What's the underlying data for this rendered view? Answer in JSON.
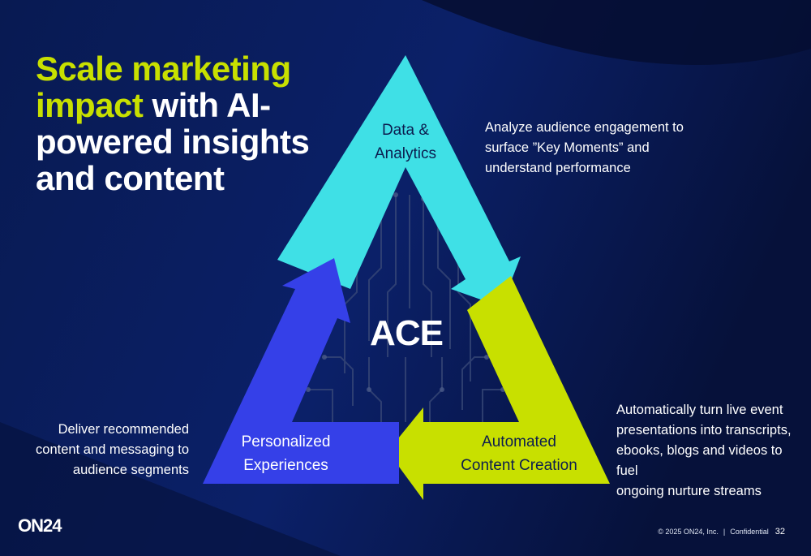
{
  "colors": {
    "background_dark": "#071440",
    "background_light": "#0d2470",
    "accent_lime": "#c8e000",
    "cyan": "#3fe0e6",
    "blue": "#3540e8",
    "text_white": "#ffffff",
    "text_navy": "#0c1d4f"
  },
  "title": {
    "highlight": "Scale marketing impact",
    "rest": " with AI-powered insights and content"
  },
  "diagram": {
    "center_label": "ACE",
    "nodes": {
      "data_analytics": {
        "line1": "Data &",
        "line2": "Analytics",
        "color": "#3fe0e6"
      },
      "content_creation": {
        "line1": "Automated",
        "line2": "Content Creation",
        "color": "#c8e000"
      },
      "personalized": {
        "line1": "Personalized",
        "line2": "Experiences",
        "color": "#3540e8"
      }
    }
  },
  "descriptions": {
    "data_analytics": {
      "line1": "Analyze audience engagement to",
      "line2": "surface ”Key Moments” and",
      "line3": "understand performance"
    },
    "content_creation": {
      "line1": "Automatically turn live event",
      "line2": "presentations into transcripts,",
      "line3": "ebooks, blogs and videos to fuel",
      "line4": "ongoing nurture streams"
    },
    "personalized": {
      "line1": "Deliver recommended",
      "line2": "content and messaging to",
      "line3": "audience segments"
    }
  },
  "footer": {
    "logo": "ON24",
    "copyright": "© 2025 ON24, Inc.",
    "separator": "|",
    "confidential": "Confidential",
    "page_number": "32"
  }
}
